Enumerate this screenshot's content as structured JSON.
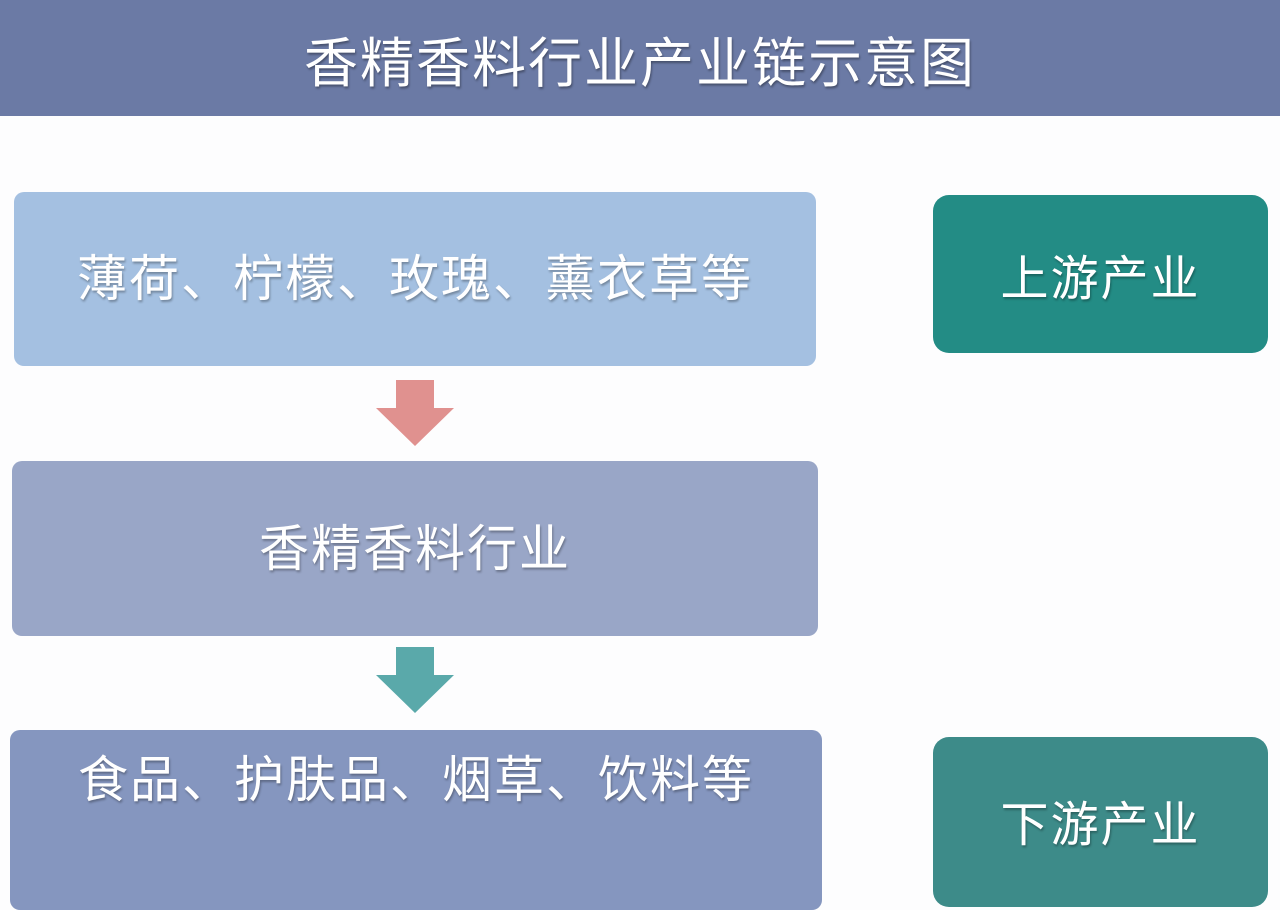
{
  "title": "香精香料行业产业链示意图",
  "flow": {
    "upstream_materials": "薄荷、柠檬、玫瑰、薰衣草等",
    "industry": "香精香料行业",
    "downstream_products": "食品、护肤品、烟草、饮料等"
  },
  "labels": {
    "upstream": "上游产业",
    "downstream": "下游产业"
  },
  "colors": {
    "header": "#6b7aa5",
    "upstream_box": "#a4c0e1",
    "industry_box": "#99a6c7",
    "downstream_box": "#8596bf",
    "side_label_upstream": "#238c85",
    "side_label_downstream": "#3d8b89",
    "arrow_1": "#e0918f",
    "arrow_2": "#5aa9aa"
  }
}
